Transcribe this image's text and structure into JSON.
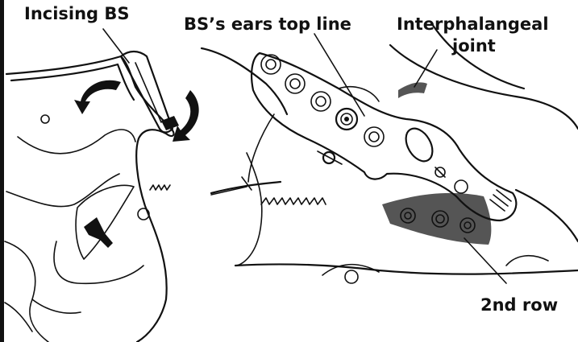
{
  "labels": {
    "incising_bs": "Incising BS",
    "ears_top_line": "BS’s ears top line",
    "interphalangeal_joint_line1": "Interphalangeal",
    "interphalangeal_joint_line2": "joint",
    "second_row": "2nd row"
  },
  "colors": {
    "ink": "#111111",
    "highlight_gray": "#555555",
    "background": "#ffffff"
  },
  "icons": [
    "rotate-left-arrow-icon",
    "rotate-right-arrow-icon",
    "pin-arrow-icon"
  ]
}
